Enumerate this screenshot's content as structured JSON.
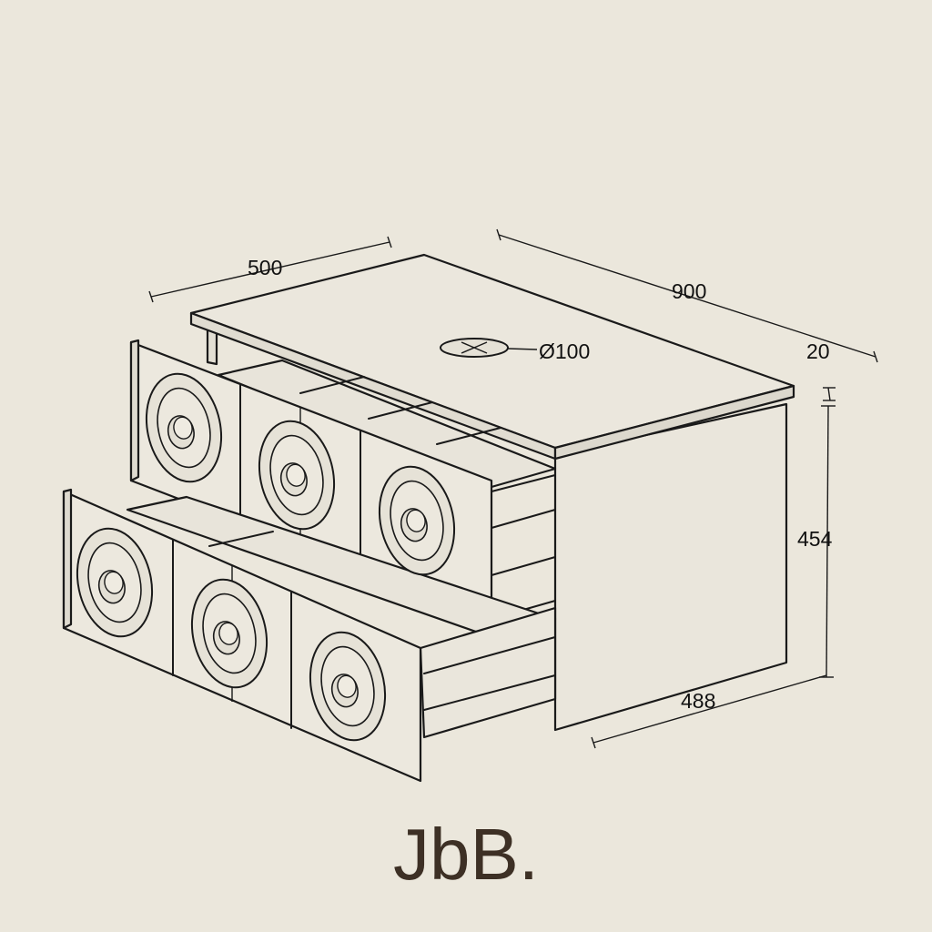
{
  "brand": {
    "name": "JbB."
  },
  "dimensions": {
    "depth": "500",
    "width": "900",
    "top_thickness": "20",
    "height": "454",
    "inner_depth": "488",
    "hole_diameter": "Ø100"
  },
  "colors": {
    "background": "#ebe7dc",
    "line": "#1a1a1a",
    "brand": "#3d3025"
  }
}
